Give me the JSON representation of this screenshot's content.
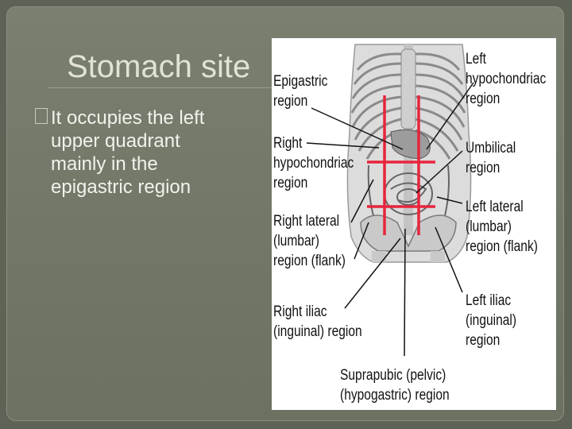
{
  "slide": {
    "title": "Stomach site",
    "bullets": [
      {
        "lines": [
          "It occupies the left",
          "upper quadrant",
          "mainly in the",
          "epigastric region"
        ]
      }
    ]
  },
  "figure": {
    "labels": {
      "epigastric": [
        "Epigastric",
        "region"
      ],
      "right_hypochondriac": [
        "Right",
        "hypochondriac",
        "region"
      ],
      "right_lateral": [
        "Right lateral",
        "(lumbar)",
        "region (flank)"
      ],
      "right_iliac": [
        "Right iliac",
        "(inguinal) region"
      ],
      "suprapubic": [
        "Suprapubic (pelvic)",
        "(hypogastric) region"
      ],
      "left_hypochondriac": [
        "Left",
        "hypochondriac",
        "region"
      ],
      "umbilical": [
        "Umbilical",
        "region"
      ],
      "left_lateral": [
        "Left lateral",
        "(lumbar)",
        "region (flank)"
      ],
      "left_iliac": [
        "Left iliac",
        "(inguinal)",
        "region"
      ]
    },
    "colors": {
      "grid_lines": "#e8243c",
      "skin": "#d9d9d9",
      "bone": "#bfbfbf",
      "organ": "#a6a6a6"
    }
  }
}
